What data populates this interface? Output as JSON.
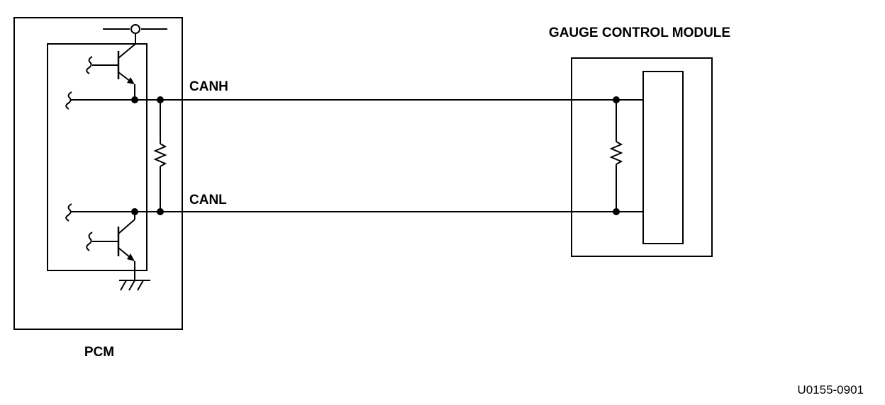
{
  "diagram": {
    "pcm_label": "PCM",
    "gcm_label": "GAUGE CONTROL MODULE",
    "canh_label": "CANH",
    "canl_label": "CANL",
    "figure_code": "U0155-0901"
  },
  "colors": {
    "line": "#000000",
    "background": "#ffffff"
  }
}
